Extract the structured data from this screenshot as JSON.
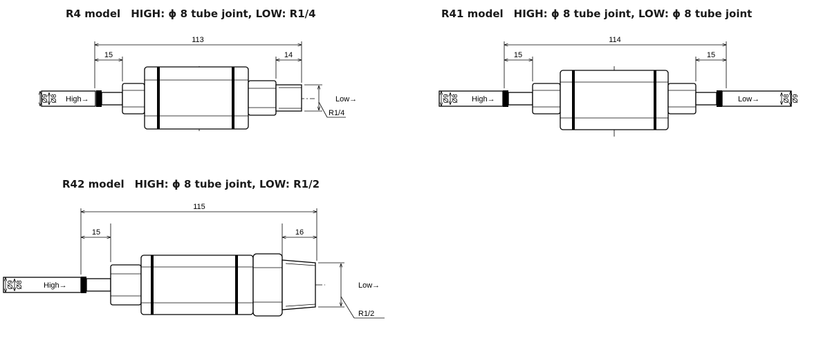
{
  "panels": {
    "r4": {
      "title": "R4 model　HIGH: ϕ 8 tube joint,  LOW: R1/4",
      "overall_dim": "113",
      "left_dim": "15",
      "right_dim": "14",
      "high_label": "High→",
      "low_label": "Low→",
      "thread_label": "R1/4",
      "dia_outer": "Ø9",
      "dia_inner": "Ø8"
    },
    "r41": {
      "title": "R41 model　HIGH: ϕ 8 tube joint,  LOW: ϕ 8 tube joint",
      "overall_dim": "114",
      "left_dim": "15",
      "right_dim": "15",
      "high_label": "High→",
      "low_label": "Low→",
      "dia_outer": "Ø9",
      "dia_inner": "Ø8",
      "dia_outer_r": "Ø9",
      "dia_inner_r": "Ø8"
    },
    "r42": {
      "title": "R42 model　HIGH: ϕ 8 tube joint,  LOW: R1/2",
      "overall_dim": "115",
      "left_dim": "15",
      "right_dim": "16",
      "high_label": "High→",
      "low_label": "Low→",
      "thread_label": "R1/2",
      "dia_outer": "Ø9",
      "dia_inner": "Ø8"
    }
  }
}
